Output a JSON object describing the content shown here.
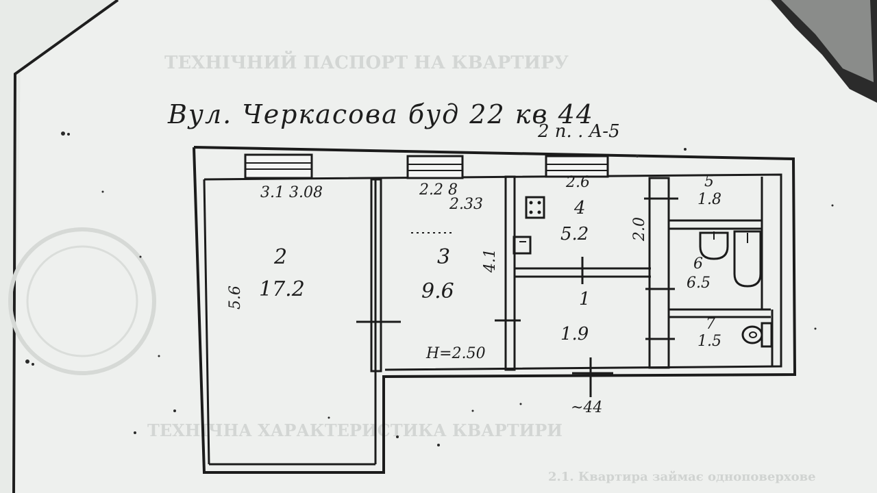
{
  "heading": {
    "address": "Вул. Черкасова буд 22 кв 44",
    "floor_note": "2 п. . А-5"
  },
  "rooms": [
    {
      "number": "1",
      "area": "1.9"
    },
    {
      "number": "2",
      "area": "17.2"
    },
    {
      "number": "3",
      "area": "9.6"
    },
    {
      "number": "4",
      "area": "5.2"
    },
    {
      "number": "5",
      "area": "1.8"
    },
    {
      "number": "6",
      "area": "6.5"
    },
    {
      "number": "7",
      "area": "1.5"
    }
  ],
  "dimensions": {
    "room2_top": "3.1 3.08",
    "room2_side": "5.6",
    "room3_top": "2.2 8",
    "room3_top_inner": "2.33",
    "room3_side": "4.1",
    "room4_top": "2.6",
    "room4_side": "2.0",
    "ceiling_height": "H=2.50",
    "apartment_number": "~44"
  },
  "background_text": {
    "passport_title": "ТЕХНІЧНИЙ ПАСПОРТ НА КВАРТИРУ",
    "table_title": "ТЕХНІЧНА ХАРАКТЕРИСТИКА КВАРТИРИ",
    "table_note": "2.1. Квартира займає одноповерхове"
  }
}
